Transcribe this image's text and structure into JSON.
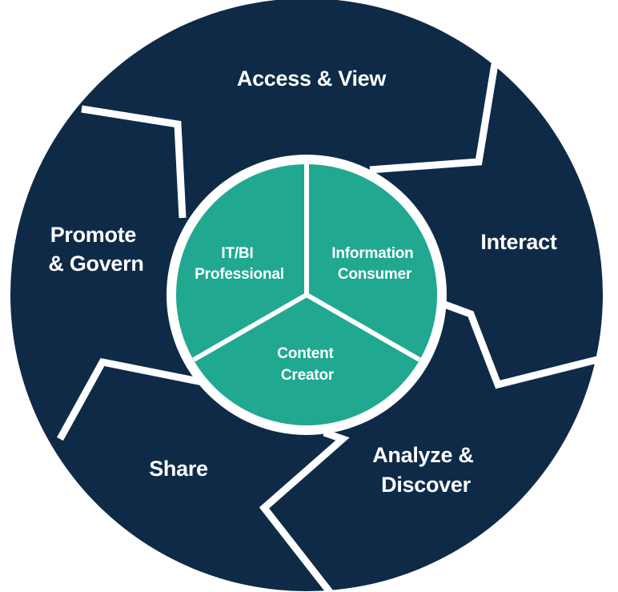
{
  "colors": {
    "outer_ring": "#0e2a47",
    "inner_circle": "#20a891",
    "separator": "#ffffff",
    "text": "#ffffff"
  },
  "outer_stages": [
    {
      "label_lines": [
        "Access & View"
      ]
    },
    {
      "label_lines": [
        "Interact"
      ]
    },
    {
      "label_lines": [
        "Analyze &",
        "Discover"
      ]
    },
    {
      "label_lines": [
        "Share"
      ]
    },
    {
      "label_lines": [
        "Promote",
        "& Govern"
      ]
    }
  ],
  "inner_roles": [
    {
      "label_lines": [
        "IT/BI",
        "Professional"
      ]
    },
    {
      "label_lines": [
        "Information",
        "Consumer"
      ]
    },
    {
      "label_lines": [
        "Content",
        "Creator"
      ]
    }
  ]
}
